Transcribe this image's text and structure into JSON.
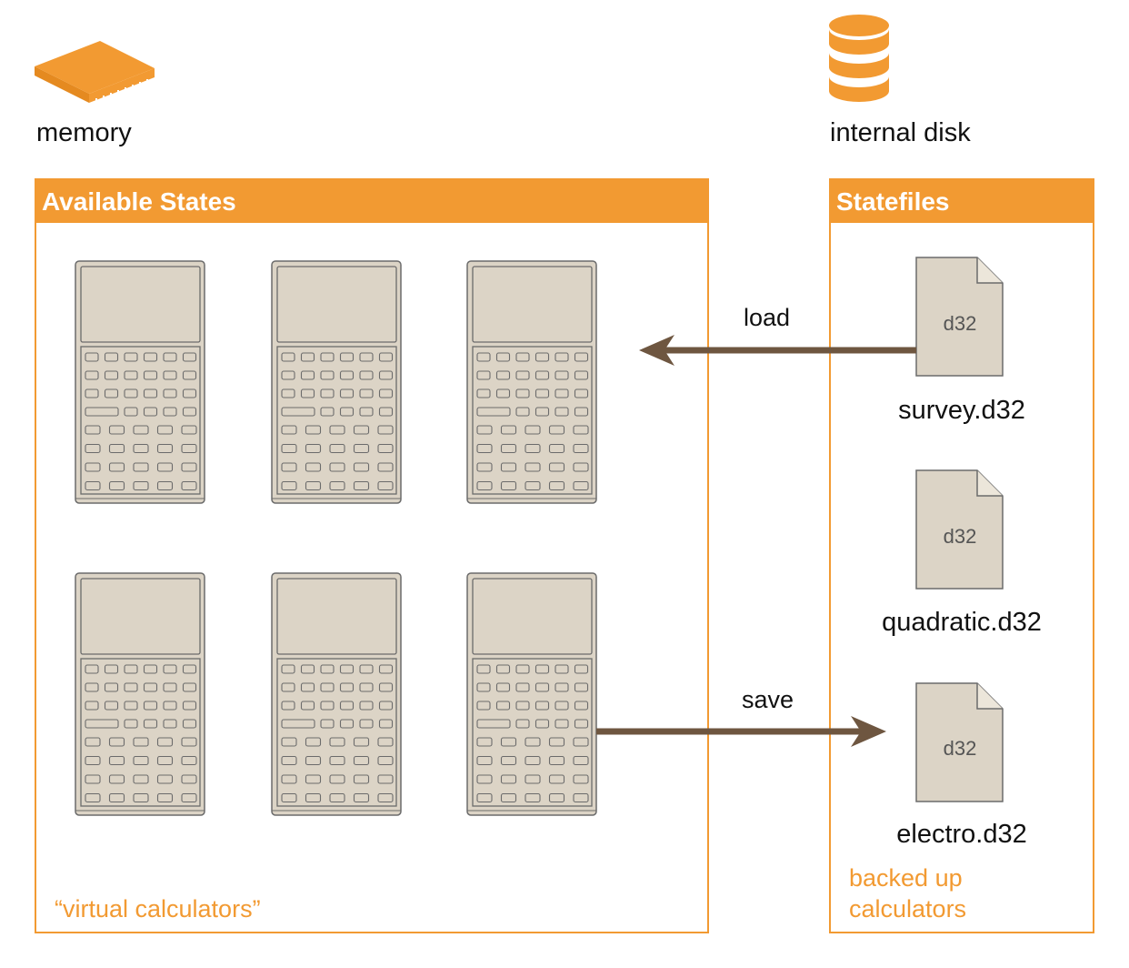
{
  "storage": {
    "memory_label": "memory",
    "disk_label": "internal disk"
  },
  "available_states": {
    "title": "Available States",
    "note": "“virtual calculators”"
  },
  "statefiles": {
    "title": "Statefiles",
    "note_line1": "backed up",
    "note_line2": "calculators",
    "files": [
      {
        "ext": "d32",
        "name": "survey.d32"
      },
      {
        "ext": "d32",
        "name": "quadratic.d32"
      },
      {
        "ext": "d32",
        "name": "electro.d32"
      }
    ]
  },
  "actions": {
    "load": "load",
    "save": "save"
  },
  "colors": {
    "accent": "#f29a32",
    "arrow": "#6e5640",
    "calculator_body": "#dcd4c6"
  },
  "icons": {
    "memory": "memory-chip-icon",
    "disk": "database-icon",
    "file": "document-icon",
    "calculator": "calculator-icon"
  }
}
